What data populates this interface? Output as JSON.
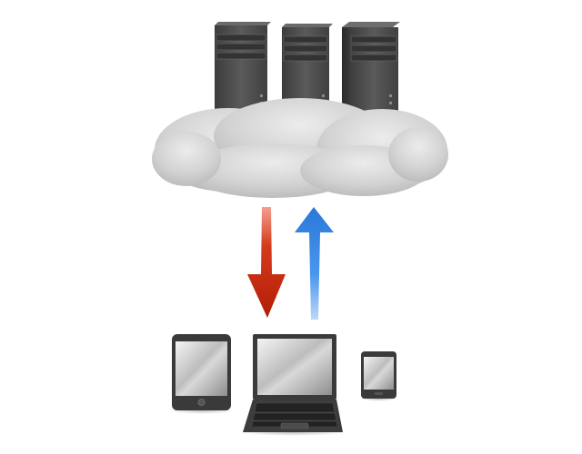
{
  "diagram": {
    "servers": [
      {
        "id": "server-1"
      },
      {
        "id": "server-2"
      },
      {
        "id": "server-3"
      }
    ],
    "cloud": {
      "color": "#d4d4d4"
    },
    "arrows": {
      "download": {
        "direction": "down",
        "color": "#d42a10"
      },
      "upload": {
        "direction": "up",
        "color": "#3a8ae8"
      }
    },
    "devices": [
      {
        "id": "tablet",
        "icon": "tablet-icon"
      },
      {
        "id": "laptop",
        "icon": "laptop-icon"
      },
      {
        "id": "smartphone",
        "icon": "smartphone-icon"
      }
    ],
    "colors": {
      "server_body": "#4a4a4a",
      "device_frame": "#3a3a3a",
      "screen": "#c8c8c8"
    }
  }
}
